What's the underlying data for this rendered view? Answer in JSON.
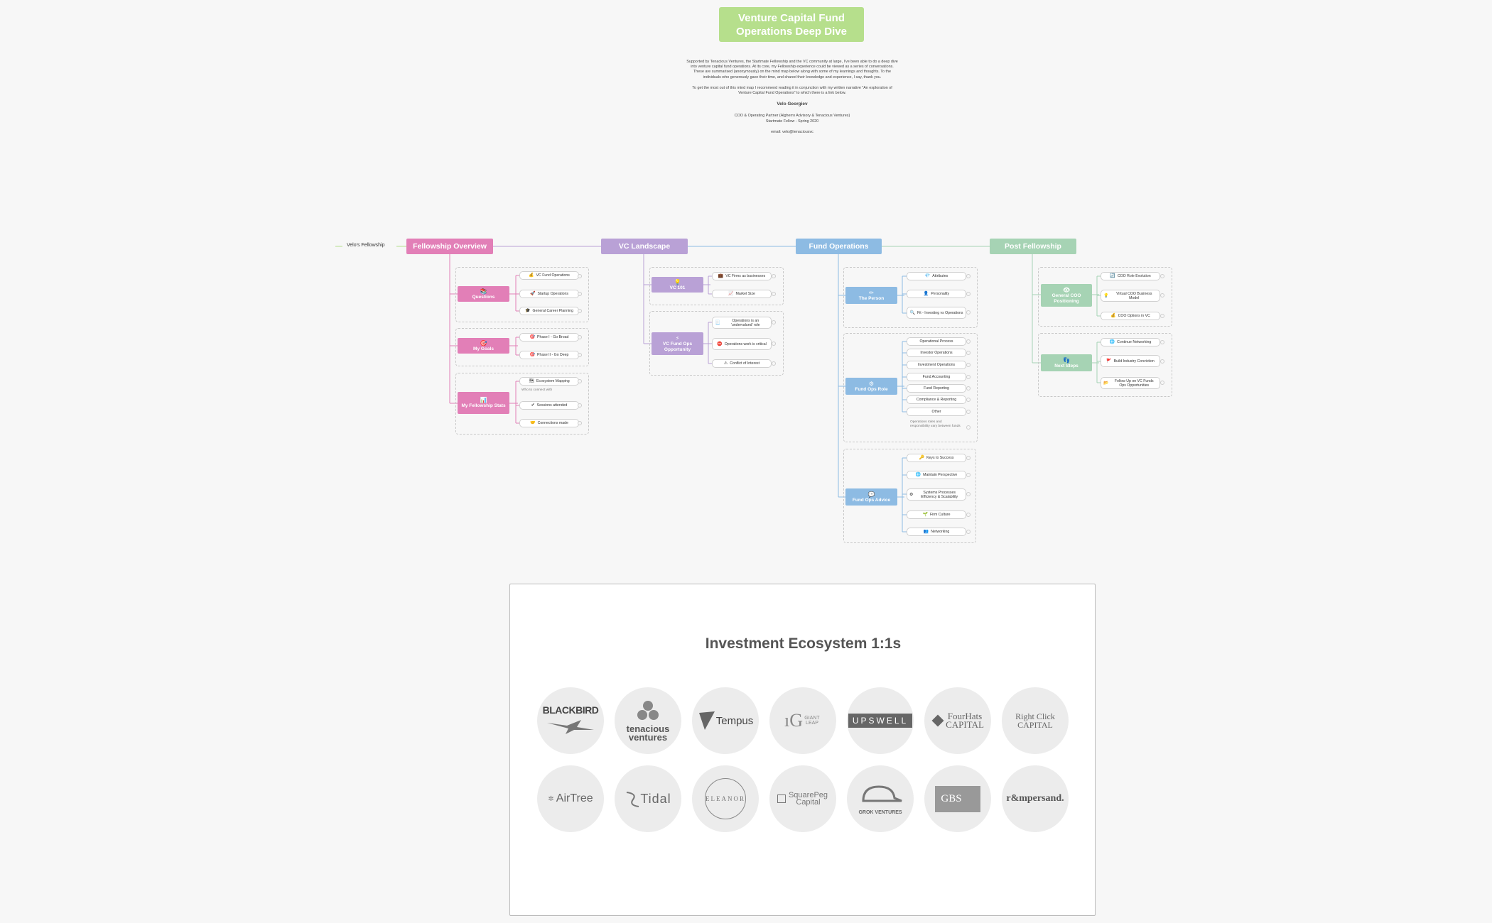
{
  "header": {
    "title": "Venture Capital Fund Operations Deep Dive",
    "intro_p1": "Supported by Tenacious Ventures, the Startmate Fellowship and the VC community at large, I've been able to do a deep dive into venture capital fund operations. At its core, my Fellowship experience could be viewed as a series of conversations. These are summarised (anonymously) on the mind map below along with some of my learnings and thoughts. To the individuals who generously gave their time, and shared their knowledge and experience, I say, thank you.",
    "intro_p2": "To get the most out of this mind map I recommend reading it in conjunction with my written narrative \"An exploration of Venture Capital Fund Operations\" to which there is a link below.",
    "author": "Velo Georgiev",
    "role_line1": "COO & Operating Partner (Algherro Advisory & Tenacious Ventures)",
    "role_line2": "Startmate Fellow - Spring 2020",
    "email": "email: velo@tenaciousvc"
  },
  "mindmap": {
    "root": "Velo's Fellowship",
    "main": [
      "Fellowship Overview",
      "VC Landscape",
      "Fund Operations",
      "Post Fellowship"
    ],
    "fellowship": {
      "questions": {
        "label": "Questions",
        "icon": "📚",
        "items": [
          "VC Fund Operations",
          "Startup Operations",
          "General Career Planning"
        ],
        "icons": [
          "💰",
          "🚀",
          "🎓"
        ]
      },
      "goals": {
        "label": "My Goals",
        "icon": "🎯",
        "items": [
          "Phase I - Go Broad",
          "Phase II - Go Deep"
        ],
        "icons": [
          "🎯",
          "🎯"
        ]
      },
      "stats": {
        "label": "My Fellowship Stats",
        "icon": "📊",
        "items": [
          "Ecosystem Mapping",
          "Sessions attended",
          "Connections made"
        ],
        "icons": [
          "🗺",
          "✔",
          "🤝"
        ],
        "note": "Who to connect with"
      }
    },
    "landscape": {
      "vc101": {
        "label": "VC 101",
        "icon": "💡",
        "items": [
          "VC Firms as businesses",
          "Market Size"
        ],
        "icons": [
          "💼",
          "📈"
        ]
      },
      "opportunity": {
        "label": "VC Fund Ops Opportunity",
        "icon": "⚡",
        "items": [
          "Operations is an 'undervalued' role",
          "Operations work is critical",
          "Conflict of Interest"
        ],
        "icons": [
          "📃",
          "⛔",
          "⚠"
        ]
      }
    },
    "operations": {
      "person": {
        "label": "The Person",
        "icon": "✏",
        "items": [
          "Attributes",
          "Personality",
          "Fit - Investing vs Operations"
        ],
        "icons": [
          "💎",
          "👤",
          "🔍"
        ]
      },
      "role": {
        "label": "Fund Ops Role",
        "icon": "⚙",
        "items": [
          "Operational Process",
          "Investor Operations",
          "Investment Operations",
          "Fund Accounting",
          "Fund Reporting",
          "Compliance & Reporting",
          "Other"
        ],
        "note": "Operations roles and responsibility vary between funds"
      },
      "advice": {
        "label": "Fund Ops Advice",
        "icon": "💬",
        "items": [
          "Keys to Success",
          "Maintain Perspective",
          "Systems Processes Efficiency & Scalability",
          "Firm Culture",
          "Networking"
        ],
        "icons": [
          "🔑",
          "🌐",
          "⚙",
          "🌱",
          "👥"
        ]
      }
    },
    "post": {
      "coo": {
        "label": "General COO Positioning",
        "icon": "👁",
        "items": [
          "COO Role Evolution",
          "Virtual COO Business Model",
          "COO Options in VC"
        ],
        "icons": [
          "🔄",
          "💡",
          "💰"
        ]
      },
      "next": {
        "label": "Next Steps",
        "icon": "👣",
        "items": [
          "Continue Networking",
          "Build Industry Conviction",
          "Follow Up on VC Funds Ops Opportunities"
        ],
        "icons": [
          "🌐",
          "🚩",
          "📂"
        ]
      }
    }
  },
  "ecosystem": {
    "title": "Investment Ecosystem 1:1s",
    "logos": [
      "BLACKBIRD",
      "tenacious ventures",
      "Tempus",
      "GIANT LEAP",
      "UPSWELL",
      "FourHats CAPITAL",
      "Right Click CAPITAL",
      "AirTree",
      "Tidal",
      "ELEANOR",
      "SquarePeg Capital",
      "GROK VENTURES",
      "GBS",
      "r&mpersand."
    ]
  },
  "colors": {
    "title": "#b6df8c",
    "fellowship": "#e27fb7",
    "landscape": "#b9a1d6",
    "operations": "#8dbbe3",
    "post": "#a6d3b4"
  }
}
